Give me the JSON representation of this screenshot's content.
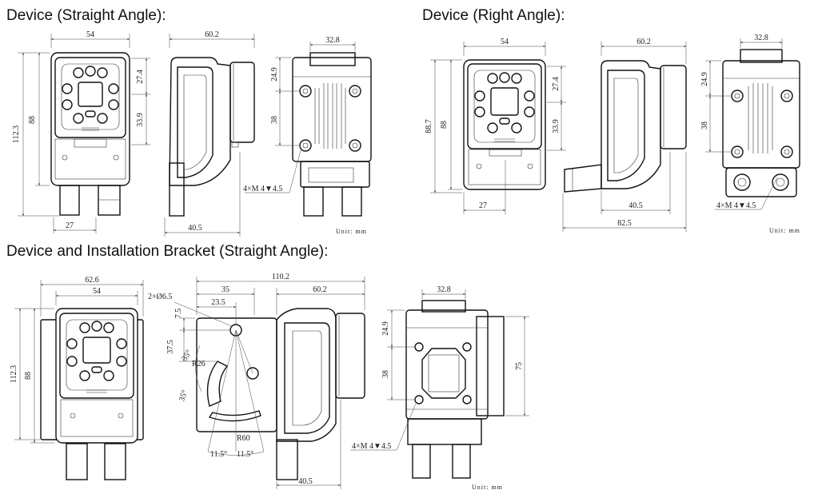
{
  "headings": {
    "straight": "Device (Straight Angle):",
    "right": "Device (Right Angle):",
    "bracket": "Device and Installation Bracket (Straight Angle):"
  },
  "units": "Unit: mm",
  "straight": {
    "width": "54",
    "depth": "60.2",
    "total_height": "112.3",
    "body_height": "88",
    "upper": "27.4",
    "middle": "33.9",
    "connector": "27",
    "base": "40.5",
    "back_width": "32.8",
    "hole_top": "24.9",
    "hole_pitch": "38",
    "screw": "4×M 4▼4.5"
  },
  "right": {
    "width": "54",
    "depth": "60.2",
    "total_height": "88.7",
    "body_height": "88",
    "upper": "27.4",
    "middle": "33.9",
    "connector": "27",
    "base": "40.5",
    "overall": "82.5",
    "back_width": "32.8",
    "hole_top": "24.9",
    "hole_pitch": "38",
    "screw": "4×M 4▼4.5"
  },
  "bracket": {
    "outer_width": "62.6",
    "width": "54",
    "total_height": "112.3",
    "body_height": "88",
    "total_length": "110.2",
    "plate": "35",
    "hole_offset": "23.5",
    "depth": "60.2",
    "holes": "2×Ø6.5",
    "top": "7.5",
    "slot": "37.5",
    "angle": "35°",
    "angle2": "35°",
    "radius": "R26",
    "arc_radius": "R60",
    "arc_a": "11.5°",
    "arc_b": "11.5°",
    "base": "40.5",
    "back_width": "32.8",
    "hole_top": "24.9",
    "hole_pitch": "38",
    "height": "75",
    "screw": "4×M 4▼4.5"
  }
}
